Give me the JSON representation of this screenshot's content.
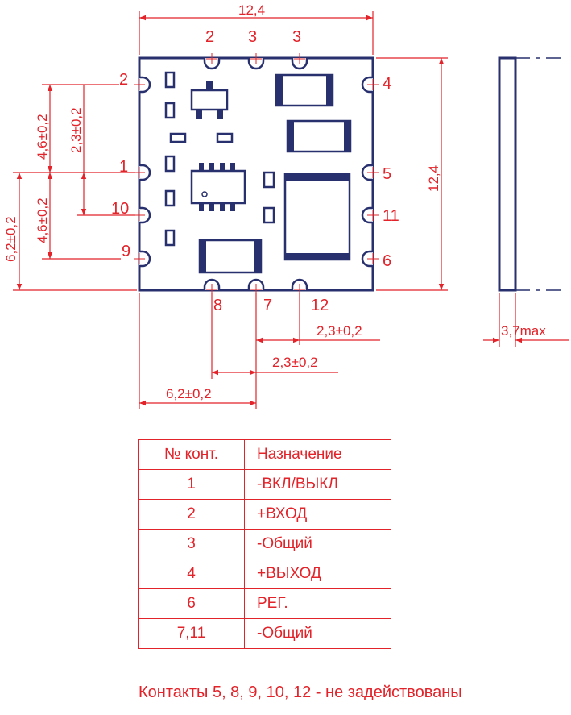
{
  "dimensions": {
    "top_width": "12,4",
    "right_height": "12,4",
    "left_outer": "6,2±0,2",
    "left_upper": "4,6±0,2",
    "left_lower": "4,6±0,2",
    "left_inner": "2,3±0,2",
    "bottom_a": "2,3±0,2",
    "bottom_b": "2,3±0,2",
    "bottom_c": "6,2±0,2",
    "thickness": "3,7max"
  },
  "pin_labels": {
    "top": [
      "2",
      "3",
      "3"
    ],
    "left": [
      "2",
      "1",
      "10",
      "9"
    ],
    "right": [
      "4",
      "5",
      "11",
      "6"
    ],
    "bottom": [
      "8",
      "7",
      "12"
    ]
  },
  "pin_table": {
    "headers": [
      "№ конт.",
      "Назначение"
    ],
    "rows": [
      [
        "1",
        "-ВКЛ/ВЫКЛ"
      ],
      [
        "2",
        "+ВХОД"
      ],
      [
        "3",
        "-Общий"
      ],
      [
        "4",
        "+ВЫХОД"
      ],
      [
        "6",
        "РЕГ."
      ],
      [
        "7,11",
        "-Общий"
      ]
    ]
  },
  "note": "Контакты 5, 8, 9, 10, 12 - не задействованы",
  "colors": {
    "dimension": "#e2232a",
    "outline": "#28306e"
  }
}
